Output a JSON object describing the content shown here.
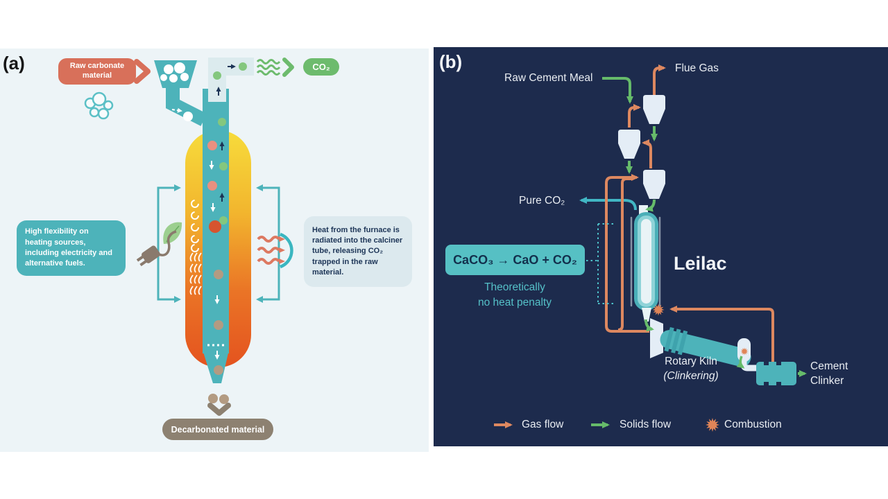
{
  "panel_a": {
    "label": "(a)",
    "raw_material_label": "Raw carbonate material",
    "co2_label": "CO₂",
    "left_box": "High flexibility on heating sources, including electricity and alternative fuels.",
    "right_box": "Heat from the furnace is radiated into the calciner tube, releasing CO₂ trapped in the raw material.",
    "bottom_label": "Decarbonated material"
  },
  "panel_b": {
    "label": "(b)",
    "raw_cement_meal": "Raw Cement Meal",
    "flue_gas": "Flue Gas",
    "pure_co2": "Pure CO₂",
    "equation": "CaCO₃ → CaO + CO₂",
    "note_line1": "Theoretically",
    "note_line2": "no heat penalty",
    "reactor_name": "Leilac",
    "kiln_label": "Rotary Kiln",
    "kiln_sublabel": "(Clinkering)",
    "clinker_line1": "Cement",
    "clinker_line2": "Clinker",
    "legend": {
      "gas": "Gas flow",
      "solids": "Solids flow",
      "combustion": "Combustion"
    }
  },
  "colors": {
    "panel_a_background": "#edf4f7",
    "panel_b_background": "#1d2b4d",
    "teal": "#4db3ba",
    "teal_bright": "#56c0c4",
    "salmon": "#d8705a",
    "gas_orange": "#dd8860",
    "solids_green": "#66bb6a",
    "furnace_yellow": "#f7dc3b",
    "furnace_orange": "#e4531f",
    "taupe": "#8d8171",
    "navy_text": "#1d3557"
  }
}
